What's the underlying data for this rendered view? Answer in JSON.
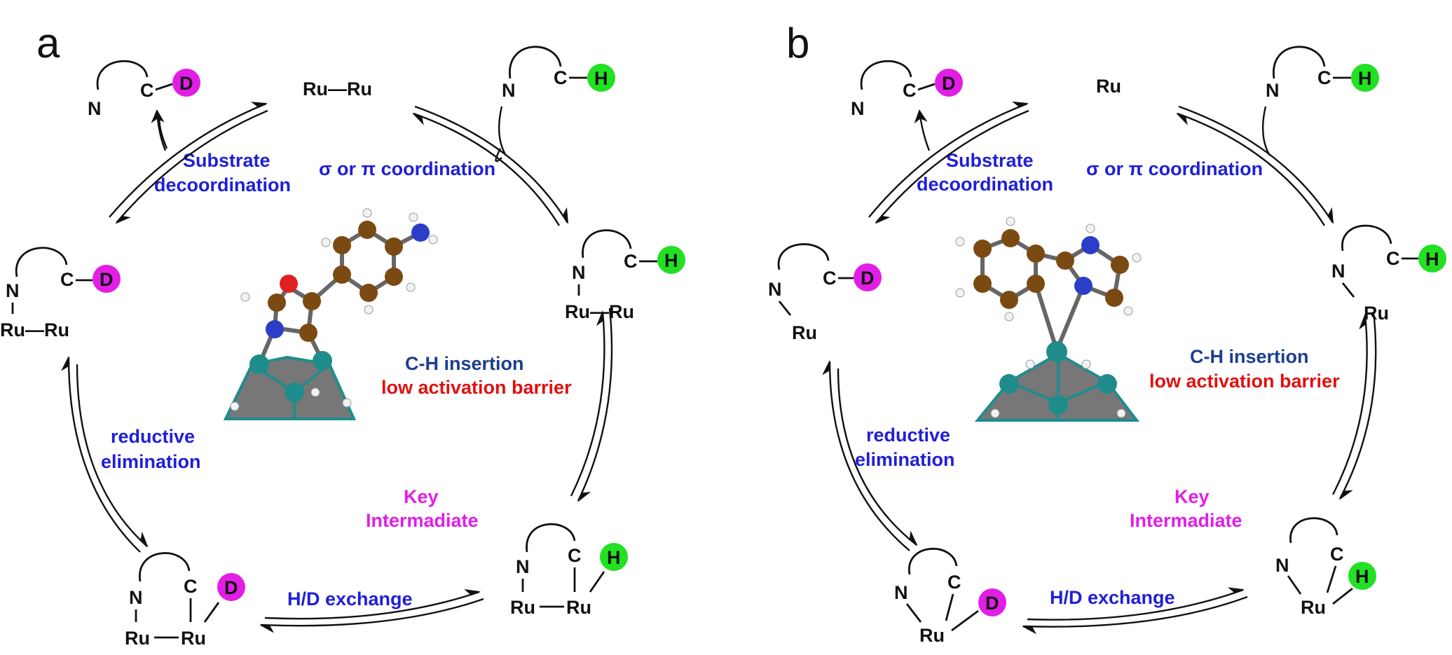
{
  "panels": [
    {
      "letter": "a",
      "top_catalyst": "Ru—Ru",
      "labels": {
        "decoord_1": "Substrate",
        "decoord_2": "decoordination",
        "coord": "σ or π coordination",
        "insertion": "C-H insertion",
        "barrier": "low activation barrier",
        "key_1": "Key",
        "key_2": "Intermadiate",
        "reductive_1": "reductive",
        "reductive_2": "elimination",
        "hd": "H/D exchange"
      },
      "atoms": {
        "n": "N",
        "c": "C",
        "d": "D",
        "h": "H",
        "ru_pair": "Ru—Ru",
        "ru_a": "Ru",
        "ru_b": "Ru"
      }
    },
    {
      "letter": "b",
      "top_catalyst": "Ru",
      "labels": {
        "decoord_1": "Substrate",
        "decoord_2": "decoordination",
        "coord": "σ or π coordination",
        "insertion": "C-H insertion",
        "barrier": "low activation barrier",
        "key_1": "Key",
        "key_2": "Intermadiate",
        "reductive_1": "reductive",
        "reductive_2": "elimination",
        "hd": "H/D exchange"
      },
      "atoms": {
        "n": "N",
        "c": "C",
        "d": "D",
        "h": "H",
        "ru": "Ru"
      }
    }
  ],
  "colors": {
    "deuterium": "#e21ee6",
    "hydrogen": "#22e022",
    "carbon_ball": "#7a4a12",
    "nitrogen_ball": "#2a3ec8",
    "oxygen_ball": "#e02020",
    "ruthenium_ball": "#1f8c8c",
    "cluster_face": "#777777"
  }
}
